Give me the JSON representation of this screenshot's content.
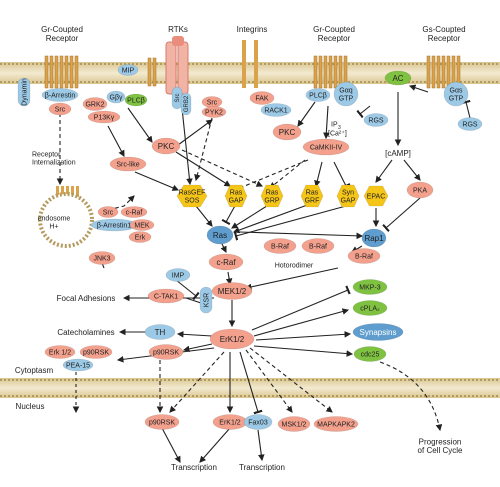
{
  "receptors": {
    "gi_left": "Gr-Coupted\nReceptor",
    "rtks": "RTKs",
    "integrins": "Integrins",
    "gi_mid": "Gr-Coupted\nReceptor",
    "gs": "Gs-Coupted\nReceptor"
  },
  "labels": {
    "dynamin": "Dynamin",
    "b_arrestin": "β-Arrestin",
    "src_1": "Src",
    "grk2": "GRK2",
    "gbg": "Gβγ",
    "plcb_1": "PLCβ",
    "pi3kg": "P13Kγ",
    "mip": "MIP",
    "src_rtk": "Src",
    "grb2": "GRB2",
    "src_pyk": "Src",
    "pyk2": "PYK2",
    "fak": "FAK",
    "rack1": "RACK1",
    "plcb_2": "PLCβ",
    "gaq": "Gαq\nGTP",
    "ip3": "IP",
    "ip3_sub": "3",
    "ca": "[Ca²⁺]",
    "rgs_1": "RGS",
    "ac": "AC",
    "gas": "Gαs\nGTP",
    "rgs_2": "RGS",
    "camp": "[cAMP]",
    "receptor_internalization": "Receptor\nInternalization",
    "src_like": "Src-like",
    "pkc_1": "PKC",
    "pkc_2": "PKC",
    "camkii": "CaMKII-IV",
    "rasgef_sos": "RasGEF\nSOS",
    "ras_gap": "Ras\nGAP",
    "ras_grp_1": "Ras\nGRP",
    "ras_grf": "Ras\nGRF",
    "syn_gap": "Syn\nGAP",
    "epac": "EPAC",
    "pka": "PKA",
    "endosome": "endosome\nH+",
    "src_endo": "Src",
    "craf_endo": "c-Raf",
    "b_arrestin1": "β-Arrestin1",
    "mek_endo": "MEK",
    "erk_endo": "Erk",
    "jnk3": "JNK3",
    "ras": "Ras",
    "rap1": "Rap1",
    "craf": "c-Raf",
    "braf_1": "B-Raf",
    "braf_2": "B-Raf",
    "braf_3": "B-Raf",
    "heterodimer": "Hotorodimer",
    "imp": "IMP",
    "ctak1": "C-TAK1",
    "ksr": "KSR",
    "mek12": "MEK1/2",
    "focal_adhesions": "Focal Adhesions",
    "catecholamines": "Catecholamines",
    "th": "TH",
    "erk12": "ErK1/2",
    "mkp3": "MKP-3",
    "cpla2": "cPLA₂",
    "synapsins": "Synapsins",
    "cdc25": "cdc25",
    "erk12_cyto": "Erk 1/2",
    "p90rsk_cyto": "p90RSK",
    "pea15": "PEA-15",
    "p90rsk": "p90RSK",
    "cytoplasm": "Cytoptasm",
    "nucleus": "Nucleus",
    "p90rsk_nuc": "p90RSK",
    "erk12_nuc": "ErK1/2",
    "fax03": "Fax03",
    "msk12": "MSK1/2",
    "mapkapk2": "MAPKAPK2",
    "transcription_1": "Transcription",
    "transcription_2": "Transcription",
    "progression": "Progression\nof Cell Cycle"
  },
  "colors": {
    "salmon": "#f3a08d",
    "salmon_dark": "#e66a57",
    "blue": "#9cc9e6",
    "blue_dark": "#5f9dce",
    "yellow": "#f5c518",
    "green": "#7fc241",
    "membrane": "#c9b27c",
    "receptor": "#d9a24b"
  }
}
